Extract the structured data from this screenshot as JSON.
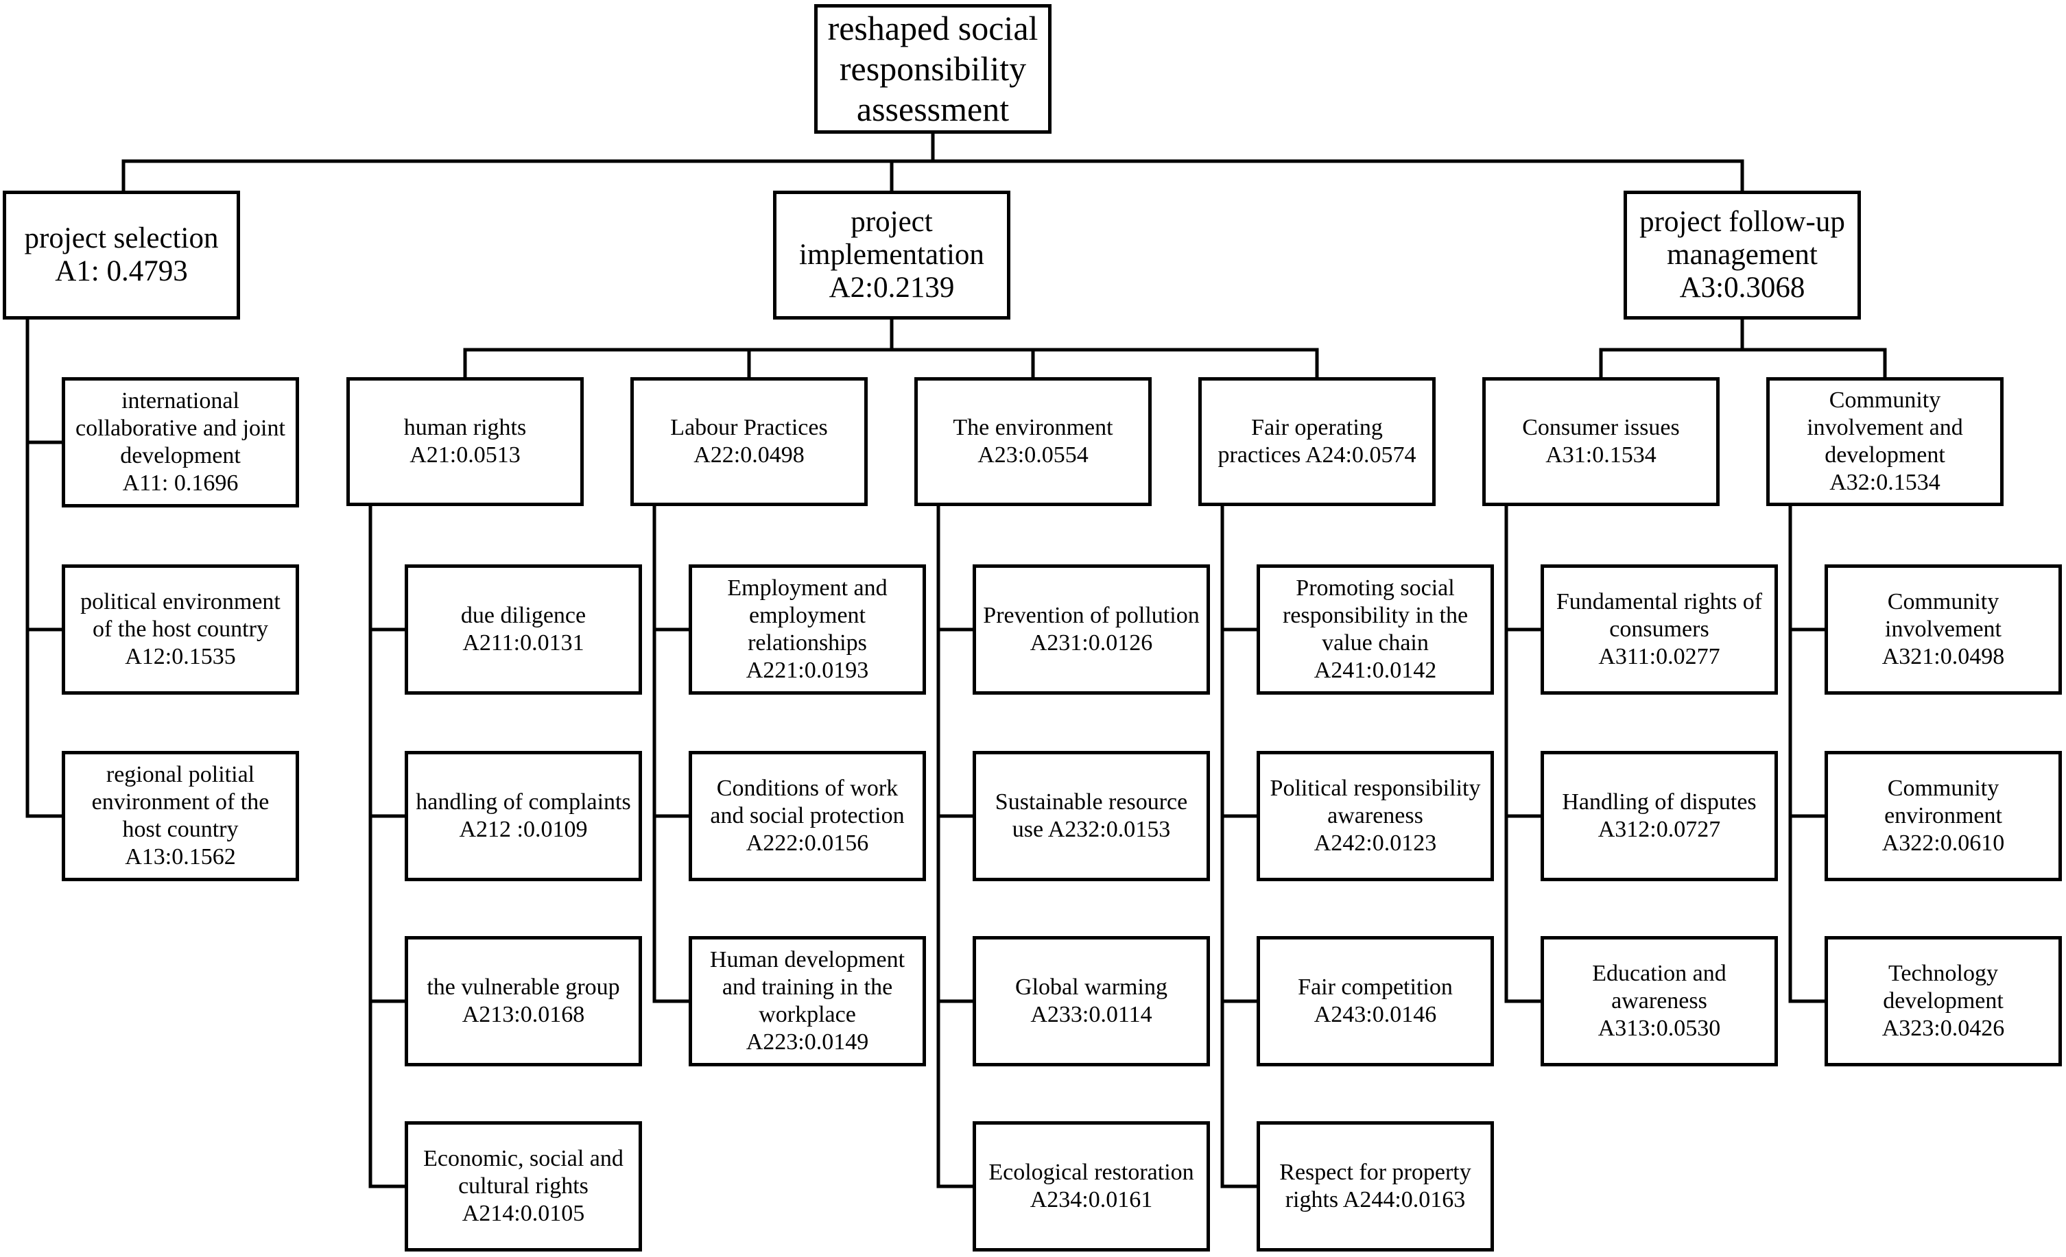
{
  "root": {
    "lines": [
      "reshaped social",
      "responsibility",
      "assessment"
    ]
  },
  "a1": {
    "lines": [
      "project selection",
      "A1:   0.4793"
    ],
    "children": [
      {
        "lines": [
          "international",
          "collaborative and joint",
          "development",
          "A11:   0.1696"
        ]
      },
      {
        "lines": [
          "political environment",
          "of the host country",
          "A12:0.1535"
        ]
      },
      {
        "lines": [
          "regional politial",
          "environment of the",
          "host country",
          "A13:0.1562"
        ]
      }
    ]
  },
  "a2": {
    "lines": [
      "project",
      "implementation",
      "A2:0.2139"
    ],
    "groups": [
      {
        "lines": [
          "human rights",
          "A21:0.0513"
        ],
        "children": [
          {
            "lines": [
              "due diligence",
              "A211:0.0131"
            ]
          },
          {
            "lines": [
              "handling of complaints",
              "A212 :0.0109"
            ]
          },
          {
            "lines": [
              "the vulnerable group",
              "A213:0.0168"
            ]
          },
          {
            "lines": [
              "Economic, social and",
              "cultural rights",
              "A214:0.0105"
            ]
          }
        ]
      },
      {
        "lines": [
          "Labour Practices",
          "A22:0.0498"
        ],
        "children": [
          {
            "lines": [
              "Employment and",
              "employment",
              "relationships",
              "A221:0.0193"
            ]
          },
          {
            "lines": [
              "Conditions of work",
              "and social protection",
              "A222:0.0156"
            ]
          },
          {
            "lines": [
              "Human development",
              "and training in the",
              "workplace",
              "A223:0.0149"
            ]
          }
        ]
      },
      {
        "lines": [
          "The environment",
          "A23:0.0554"
        ],
        "children": [
          {
            "lines": [
              "Prevention of pollution",
              "A231:0.0126"
            ]
          },
          {
            "lines": [
              "Sustainable resource",
              "use A232:0.0153"
            ]
          },
          {
            "lines": [
              "Global warming",
              "A233:0.0114"
            ]
          },
          {
            "lines": [
              "Ecological restoration",
              "A234:0.0161"
            ]
          }
        ]
      },
      {
        "lines": [
          "Fair operating",
          "practices A24:0.0574"
        ],
        "children": [
          {
            "lines": [
              "Promoting social",
              "responsibility in the",
              "value chain",
              "A241:0.0142"
            ]
          },
          {
            "lines": [
              "Political responsibility",
              "awareness",
              "A242:0.0123"
            ]
          },
          {
            "lines": [
              "Fair competition",
              "A243:0.0146"
            ]
          },
          {
            "lines": [
              "Respect for property",
              "rights A244:0.0163"
            ]
          }
        ]
      }
    ]
  },
  "a3": {
    "lines": [
      "project follow-up",
      "management",
      "A3:0.3068"
    ],
    "groups": [
      {
        "lines": [
          "Consumer issues",
          "A31:0.1534"
        ],
        "children": [
          {
            "lines": [
              "Fundamental rights of",
              "consumers",
              "A311:0.0277"
            ]
          },
          {
            "lines": [
              "Handling of disputes",
              "A312:0.0727"
            ]
          },
          {
            "lines": [
              "Education and",
              "awareness",
              "A313:0.0530"
            ]
          }
        ]
      },
      {
        "lines": [
          "Community",
          "involvement and",
          "development",
          "A32:0.1534"
        ],
        "children": [
          {
            "lines": [
              "Community",
              "involvement",
              "A321:0.0498"
            ]
          },
          {
            "lines": [
              "Community",
              "environment",
              "A322:0.0610"
            ]
          },
          {
            "lines": [
              "Technology",
              "development",
              "A323:0.0426"
            ]
          }
        ]
      }
    ]
  }
}
